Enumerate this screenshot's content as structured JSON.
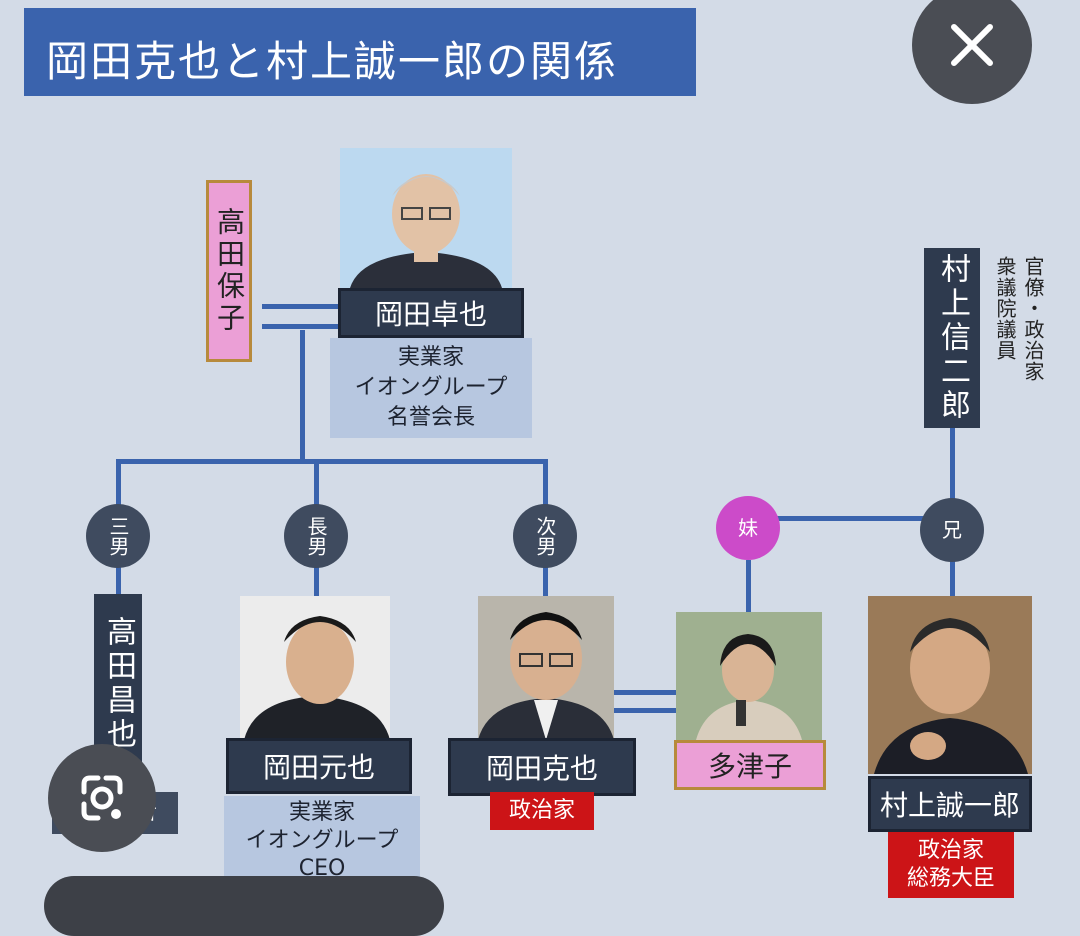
{
  "title": "岡田克也と村上誠一郎の関係",
  "icons": {
    "close": "close-icon",
    "lens": "google-lens-icon"
  },
  "colors": {
    "accent": "#3a63ad",
    "name_box": "#2e3a4e",
    "pink": "#eb9fd6",
    "red": "#cc1417",
    "info": "#b7c7e0"
  },
  "people": {
    "father": {
      "name": "岡田卓也",
      "info": [
        "実業家",
        "イオングループ",
        "名誉会長"
      ]
    },
    "mother": {
      "name": "高田保子"
    },
    "son3": {
      "relation": "三男",
      "name": "高田昌也",
      "role": "記者"
    },
    "son1": {
      "relation": "長男",
      "name": "岡田元也",
      "info": [
        "実業家",
        "イオングループ",
        "CEO"
      ]
    },
    "son2": {
      "relation": "次男",
      "name": "岡田克也",
      "role": "政治家"
    },
    "wife": {
      "relation": "妹",
      "name": "多津子"
    },
    "brother": {
      "relation": "兄",
      "name": "村上誠一郎",
      "role": [
        "政治家",
        "総務大臣"
      ]
    },
    "grandfather": {
      "name": "村上信二郎",
      "note_lines": [
        "官僚・政治家",
        "衆議院議員"
      ]
    }
  }
}
